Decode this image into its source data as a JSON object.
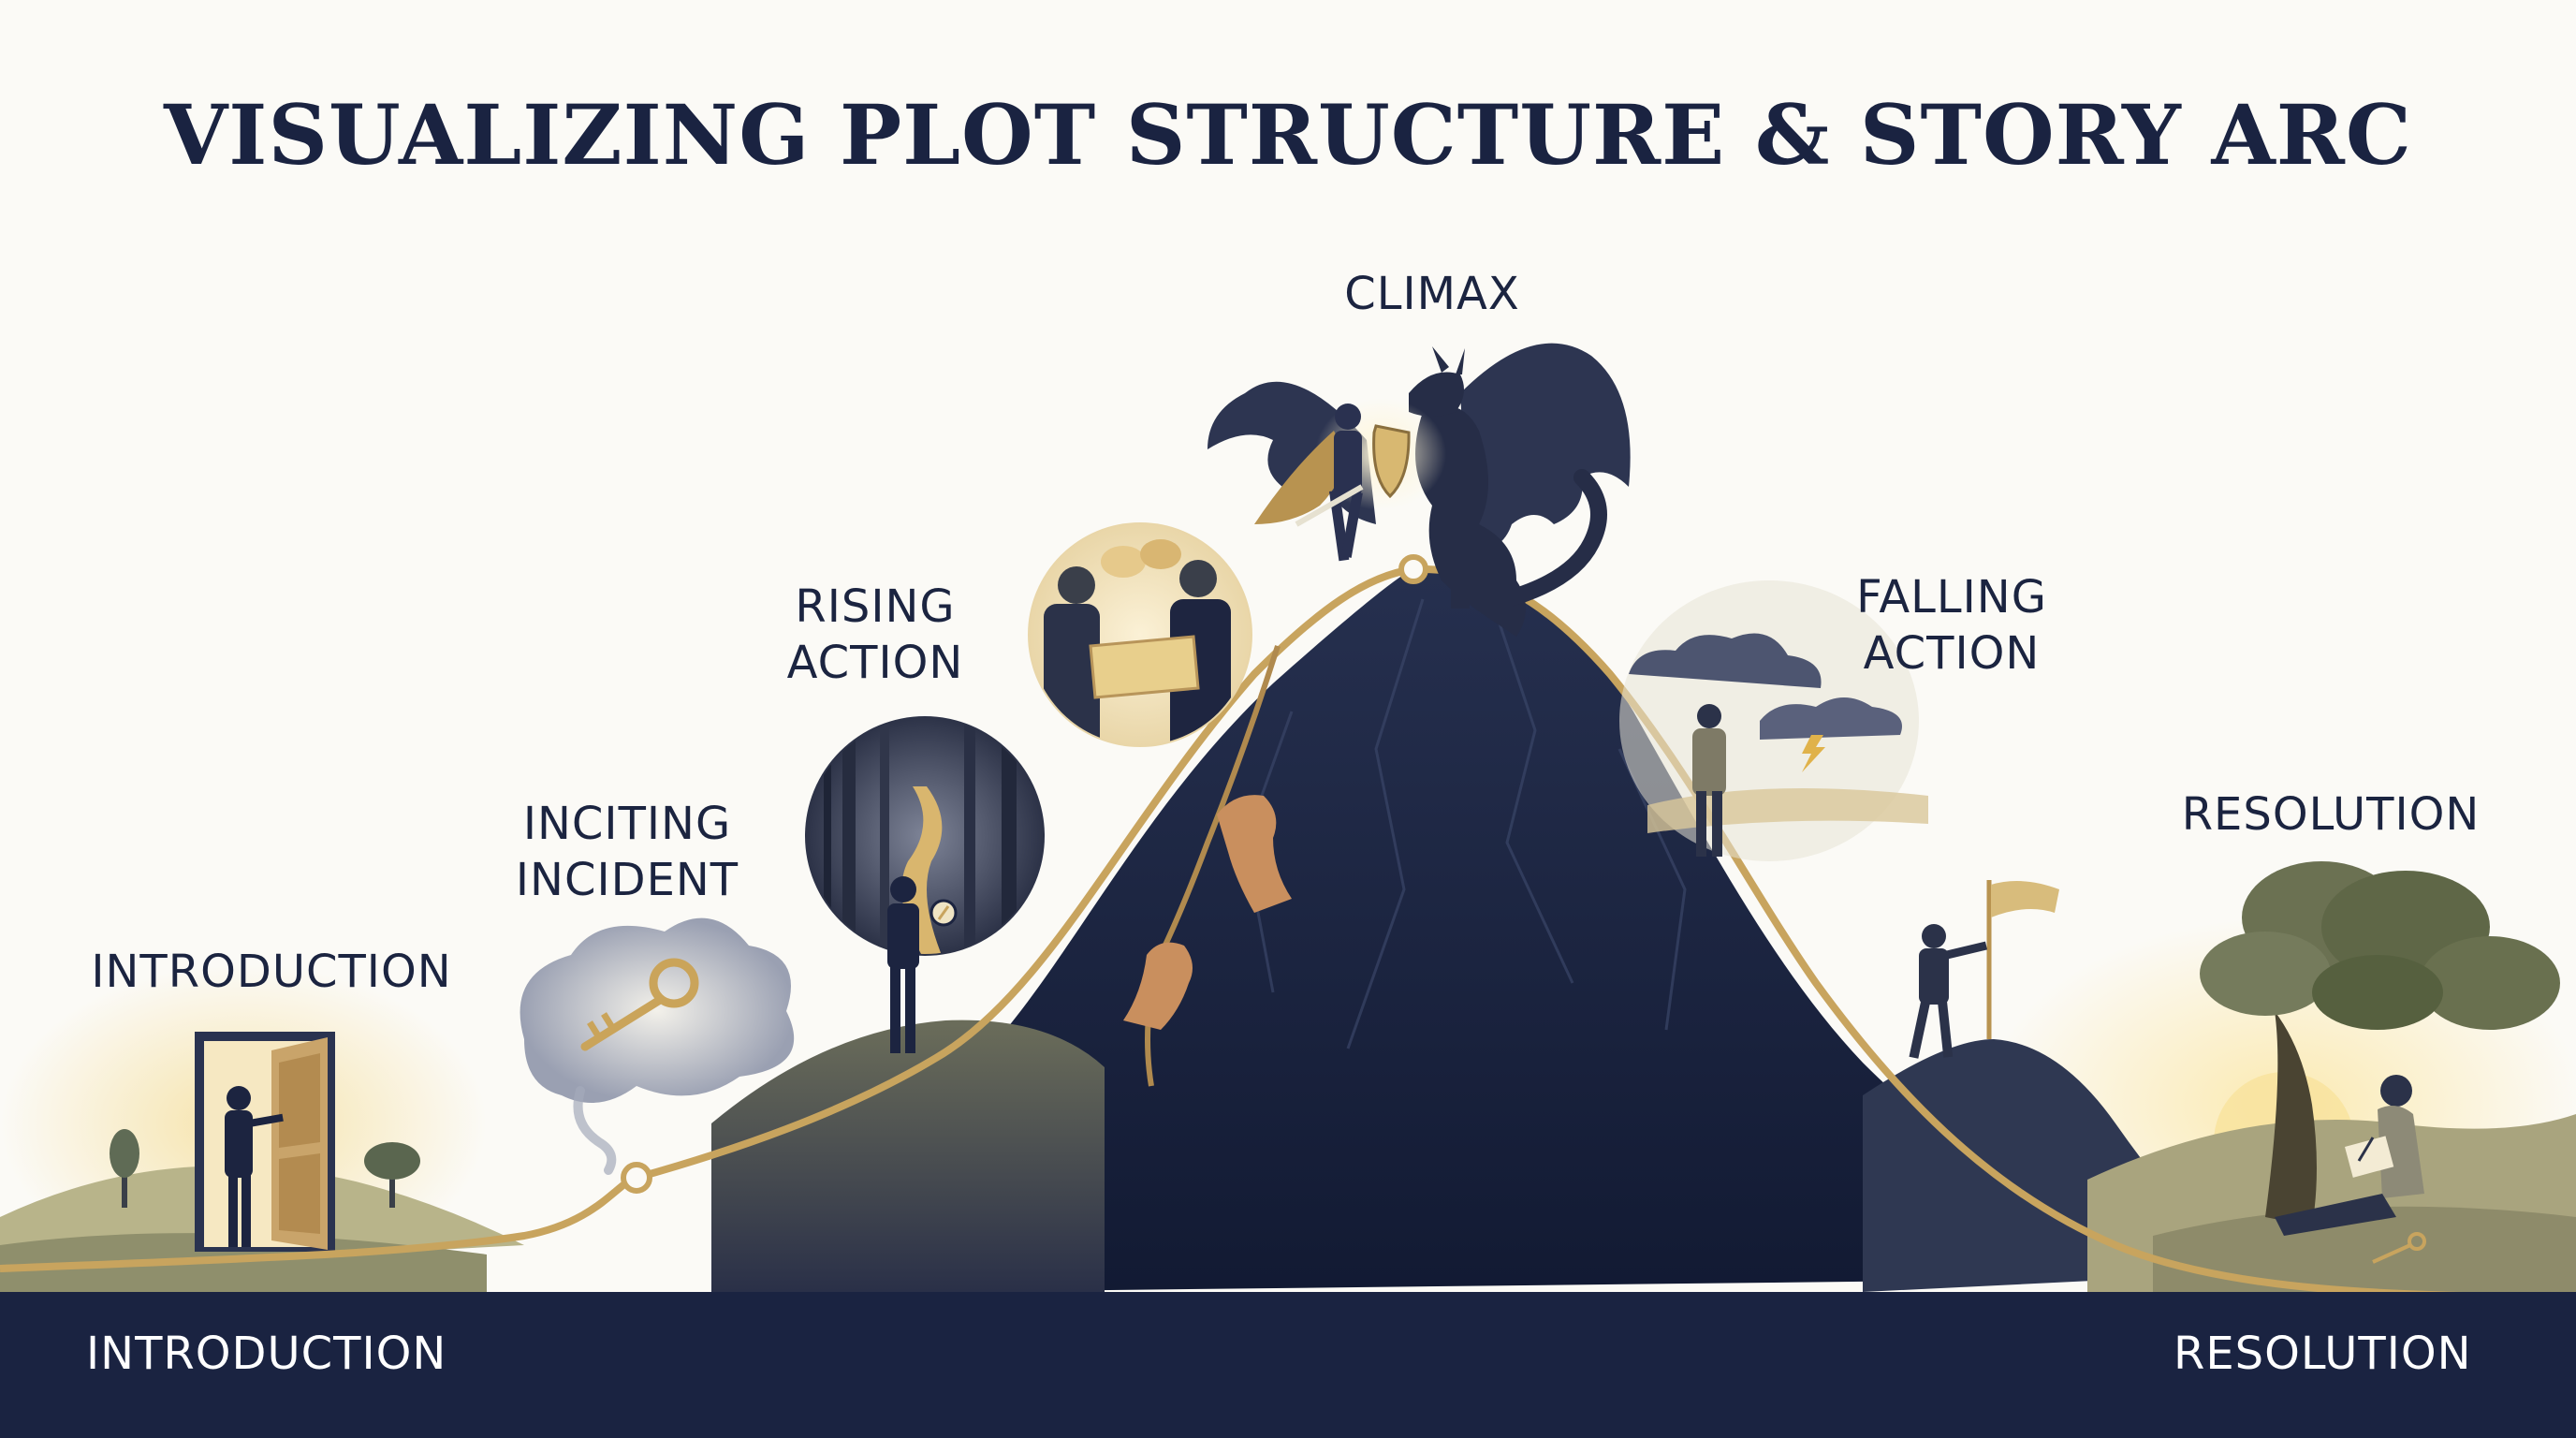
{
  "title": "VISUALIZING PLOT STRUCTURE & STORY ARC",
  "stages": {
    "introduction": "INTRODUCTION",
    "inciting_line1": "INCITING",
    "inciting_line2": "INCIDENT",
    "rising_line1": "RISING",
    "rising_line2": "ACTION",
    "climax": "CLIMAX",
    "falling_line1": "FALLING",
    "falling_line2": "ACTION",
    "resolution": "RESOLUTION"
  },
  "footer": {
    "left": "INTRODUCTION",
    "right": "RESOLUTION"
  },
  "colors": {
    "navy": "#1a2341",
    "gold": "#c8a45e",
    "background": "#fbfaf6"
  },
  "icons": [
    "open-door-icon",
    "golden-key-icon",
    "forest-path-icon",
    "map-discussion-icon",
    "dragon-icon",
    "hero-shield-icon",
    "storm-cloud-icon",
    "summit-flag-icon",
    "tree-reader-icon"
  ]
}
